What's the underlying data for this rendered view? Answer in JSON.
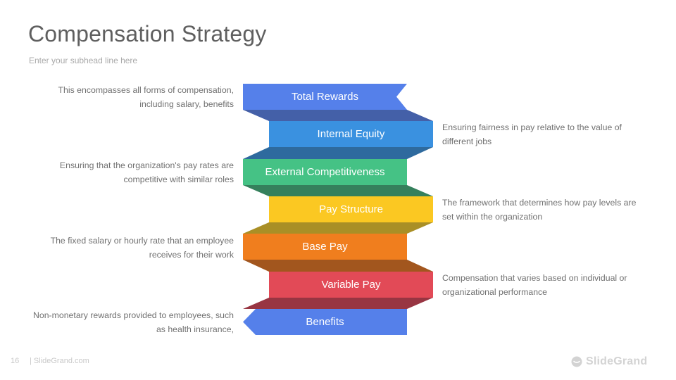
{
  "slide": {
    "title": "Compensation Strategy",
    "subhead": "Enter your subhead line here",
    "page_number": "16",
    "footer_site": "| SlideGrand.com",
    "brand": "SlideGrand",
    "brand_icon": "slidegrand-logo-icon"
  },
  "ribbon": {
    "segments": [
      {
        "label": "Total Rewards",
        "color": "#5580ea",
        "fold_color": "#4460a8",
        "side": "left",
        "shape": "notched-right"
      },
      {
        "label": "Internal Equity",
        "color": "#3a91e0",
        "fold_color": "#2e6a9e",
        "side": "right",
        "shape": "rect"
      },
      {
        "label": "External Competitiveness",
        "color": "#45c285",
        "fold_color": "#35805c",
        "side": "left",
        "shape": "rect"
      },
      {
        "label": "Pay Structure",
        "color": "#fbc822",
        "fold_color": "#a98f26",
        "side": "right",
        "shape": "rect"
      },
      {
        "label": "Base Pay",
        "color": "#f07e1e",
        "fold_color": "#a2561e",
        "side": "left",
        "shape": "rect"
      },
      {
        "label": "Variable Pay",
        "color": "#e24a57",
        "fold_color": "#983542",
        "side": "right",
        "shape": "rect"
      },
      {
        "label": "Benefits",
        "color": "#5580ea",
        "fold_color": null,
        "side": "left",
        "shape": "arrow-left"
      }
    ]
  },
  "descriptions": {
    "total_rewards": "This encompasses all forms of compensation, including salary, benefits",
    "internal_equity": "Ensuring fairness in pay relative to the value of different jobs",
    "external_competitiveness": "Ensuring that the organization's  pay rates are competitive with similar roles",
    "pay_structure": "The framework that determines how pay levels are set within the organization",
    "base_pay": "The fixed salary or hourly rate that an employee receives for their work",
    "variable_pay": "Compensation that varies based on individual or organizational  performance",
    "benefits": "Non-monetary rewards provided to employees, such as health insurance,"
  }
}
